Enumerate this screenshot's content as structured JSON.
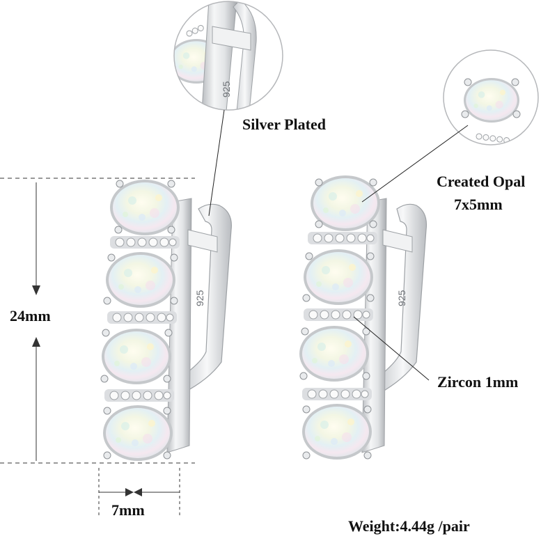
{
  "labels": {
    "silver_plated": "Silver Plated",
    "created_opal": "Created Opal",
    "opal_size": "7x5mm",
    "zircon": "Zircon 1mm",
    "height": "24mm",
    "width": "7mm",
    "weight": "Weight:4.44g /pair"
  },
  "stamp_text": "925",
  "colors": {
    "background": "#ffffff",
    "silver": "#d8dadd",
    "dimension_line": "#333333",
    "text": "#111111"
  }
}
